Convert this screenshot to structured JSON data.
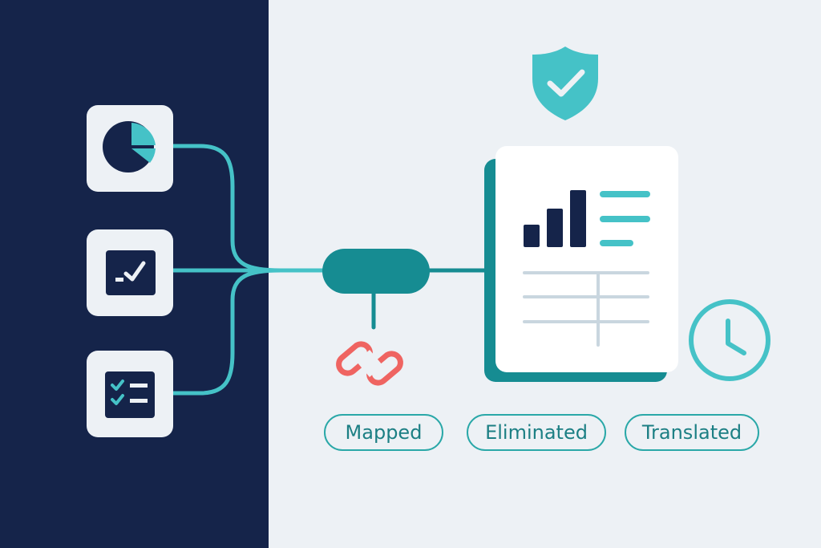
{
  "colors": {
    "navy": "#15244a",
    "teal": "#45c2c7",
    "dark_teal": "#168c92",
    "light_bg": "#edf1f5",
    "coral": "#ef6461",
    "pill_text": "#1c7f84"
  },
  "sources": [
    {
      "icon": "pie-chart-icon"
    },
    {
      "icon": "check-window-icon"
    },
    {
      "icon": "checklist-icon"
    }
  ],
  "statuses": [
    {
      "label": "Mapped"
    },
    {
      "label": "Eliminated"
    },
    {
      "label": "Translated"
    }
  ],
  "icons": {
    "top": "shield-check-icon",
    "hub": "connector-node",
    "below_hub": "broken-link-icon",
    "right": "clock-icon"
  }
}
